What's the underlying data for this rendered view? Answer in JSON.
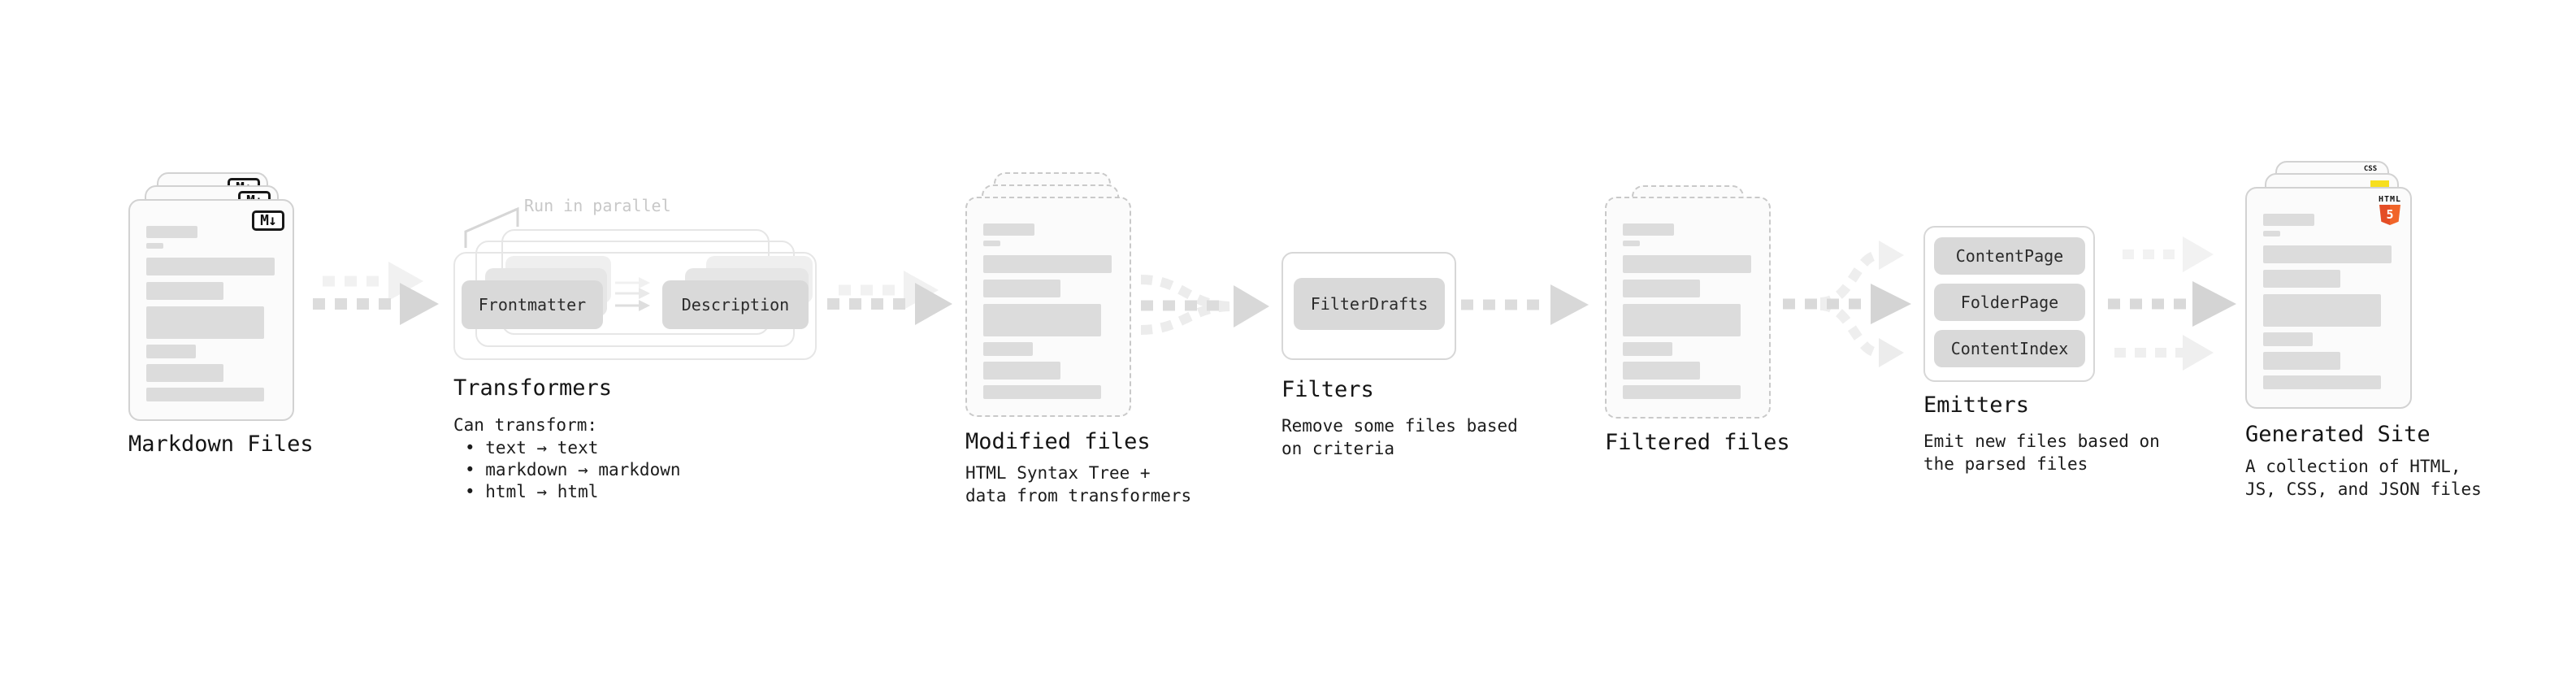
{
  "diagram": {
    "markdown_files": {
      "title": "Markdown Files",
      "badge": "M↓"
    },
    "transformers": {
      "title": "Transformers",
      "parallel_note": "Run in parallel",
      "stage1": "Frontmatter",
      "stage2": "Description",
      "caption_heading": "Can transform:",
      "bullets": [
        "• text → text",
        "• markdown → markdown",
        "• html → html"
      ]
    },
    "modified_files": {
      "title": "Modified files",
      "caption": "HTML Syntax Tree +\ndata from transformers"
    },
    "filters": {
      "title": "Filters",
      "box": "FilterDrafts",
      "caption": "Remove some files based\non criteria"
    },
    "filtered_files": {
      "title": "Filtered files"
    },
    "emitters": {
      "title": "Emitters",
      "boxes": [
        "ContentPage",
        "FolderPage",
        "ContentIndex"
      ],
      "caption": "Emit new files based on\nthe parsed files"
    },
    "generated_site": {
      "title": "Generated Site",
      "caption": "A collection of HTML,\nJS, CSS, and JSON files",
      "css_badge": "CSS",
      "html_badge_label": "HTML",
      "html_badge_number": "5"
    },
    "colors": {
      "arrow": "#d9d9d9",
      "arrow_faint": "#f0f0f0",
      "bar_placeholder": "#dcdcdc",
      "pill_fill": "#d9d9d9",
      "html5_orange": "#e44d26",
      "js_yellow": "#f7df1e",
      "css_blue": "#2760e8",
      "markdown_badge_ink": "#181818"
    }
  }
}
